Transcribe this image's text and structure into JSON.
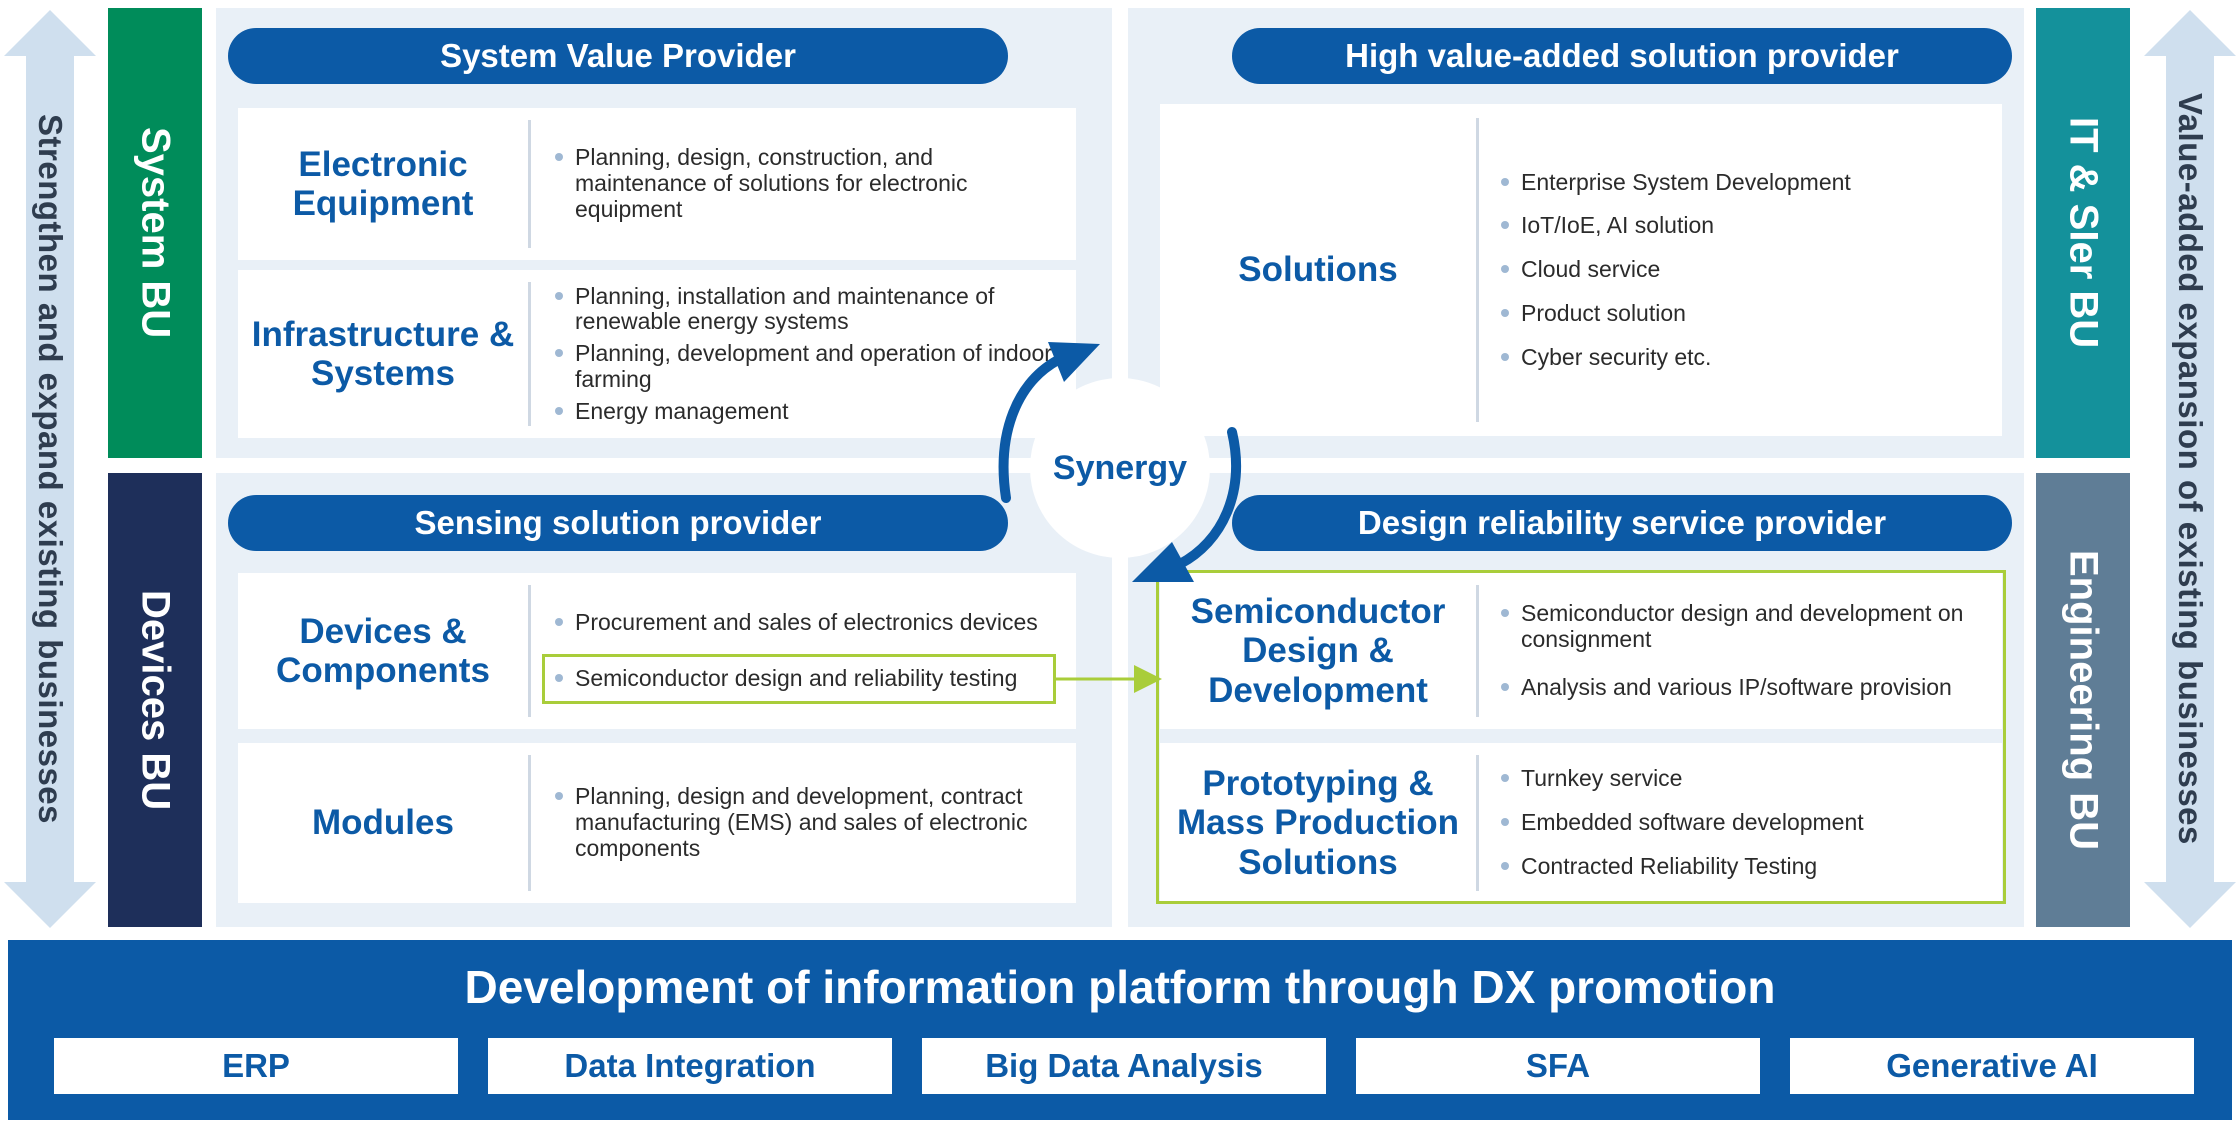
{
  "side": {
    "left_text": "Strengthen and expand existing businesses",
    "right_text": "Value-added expansion of existing businesses"
  },
  "bu": {
    "system": "System BU",
    "devices": "Devices BU",
    "it": "IT & SIer BU",
    "engineering": "Engineering BU"
  },
  "quadrants": {
    "top_left": {
      "header": "System Value Provider",
      "cards": [
        {
          "title": "Electronic Equipment",
          "bullets": [
            "Planning, design, construction, and maintenance of solutions for electronic equipment"
          ]
        },
        {
          "title": "Infrastructure & Systems",
          "bullets": [
            "Planning, installation and maintenance of renewable energy systems",
            "Planning, development and operation of indoor farming",
            "Energy management"
          ]
        }
      ]
    },
    "top_right": {
      "header": "High value-added solution provider",
      "cards": [
        {
          "title": "Solutions",
          "bullets": [
            "Enterprise System Development",
            "IoT/IoE, AI solution",
            "Cloud service",
            "Product solution",
            "Cyber security etc."
          ]
        }
      ]
    },
    "bottom_left": {
      "header": "Sensing solution provider",
      "cards": [
        {
          "title": "Devices & Components",
          "bullets": [
            "Procurement and sales of electronics devices",
            "Semiconductor design and reliability testing"
          ]
        },
        {
          "title": "Modules",
          "bullets": [
            "Planning, design and development, contract manufacturing (EMS) and sales of electronic components"
          ]
        }
      ]
    },
    "bottom_right": {
      "header": "Design reliability service provider",
      "cards": [
        {
          "title": "Semiconductor Design & Development",
          "bullets": [
            "Semiconductor design and development on consignment",
            "Analysis and various IP/software provision"
          ]
        },
        {
          "title": "Prototyping & Mass Production Solutions",
          "bullets": [
            "Turnkey service",
            "Embedded software development",
            "Contracted Reliability Testing"
          ]
        }
      ]
    }
  },
  "synergy": "Synergy",
  "platform": {
    "title": "Development of information platform through DX promotion",
    "items": [
      "ERP",
      "Data Integration",
      "Big Data Analysis",
      "SFA",
      "Generative AI"
    ]
  },
  "colors": {
    "primary_blue": "#0c5aa6",
    "system_bu": "#008c5a",
    "devices_bu": "#1e2f5a",
    "it_bu": "#14919b",
    "engineering_bu": "#5f7d96",
    "highlight_green": "#a9cd3a",
    "panel_bg": "#e9f0f7"
  }
}
